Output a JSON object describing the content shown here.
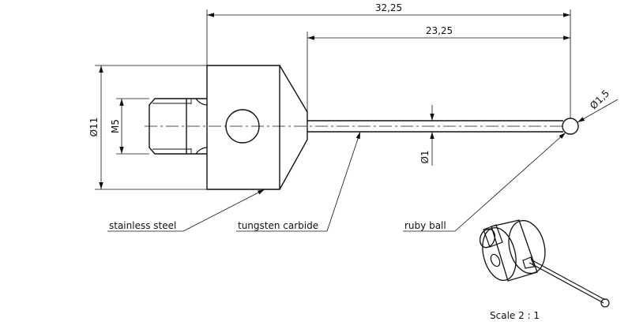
{
  "dimensions": {
    "overall_length": "32,25",
    "stylus_length": "23,25",
    "body_diameter": "Ø11",
    "thread": "M5",
    "stem_diameter": "Ø1",
    "ball_diameter": "Ø1,5"
  },
  "callouts": {
    "body_material": "stainless steel",
    "stem_material": "tungsten carbide",
    "tip_material": "ruby ball"
  },
  "scale": "Scale 2 : 1"
}
